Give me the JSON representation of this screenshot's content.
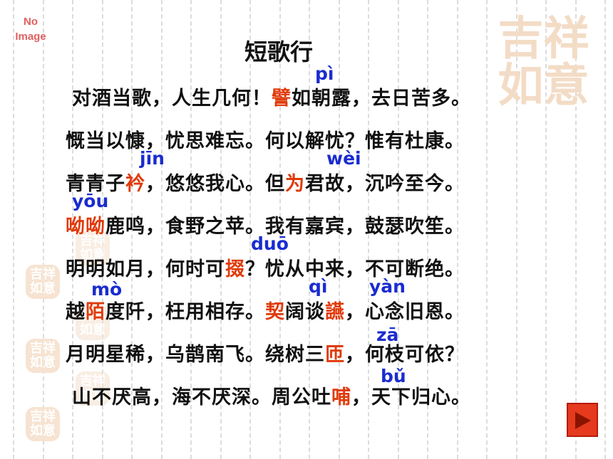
{
  "title": "短歌行",
  "placeholder_image_text": "No Image",
  "seal_text": "吉祥如意",
  "lines": [
    {
      "pre": "对酒当歌，人生几何！",
      "hl": "譬",
      "post": "如朝露，去日苦多。"
    },
    {
      "pre": "慨当以慷，忧思难忘。何以解忧？惟有杜康。",
      "hl": "",
      "post": ""
    },
    {
      "pre": "青青子",
      "hl": "衿",
      "mid": "，悠悠我心。但",
      "hl2": "为",
      "post": "君故，沉吟至今。"
    },
    {
      "pre": "",
      "hl": "呦呦",
      "post": "鹿鸣，食野之苹。我有嘉宾，鼓瑟吹笙。"
    },
    {
      "pre": "明明如月，何时可",
      "hl": "掇",
      "post": "？忧从中来，不可断绝。"
    },
    {
      "pre": "越",
      "hl": "陌",
      "mid": "度阡，枉用相存。",
      "hl2": "契",
      "mid2": "阔谈",
      "hl3": "讌",
      "post": "，心念旧恩。"
    },
    {
      "pre": "月明星稀，乌鹊南飞。绕树三",
      "hl": "匝",
      "post": "，何枝可依？"
    },
    {
      "pre": "山不厌高，海不厌深。周公吐",
      "hl": "哺",
      "post": "，天下归心。"
    }
  ],
  "pinyin": {
    "pi": "pì",
    "jin": "jīn",
    "wei": "wèi",
    "you": "yōu",
    "duo": "duō",
    "mo": "mò",
    "qi": "qì",
    "yan": "yàn",
    "za": "zā",
    "bu": "bǔ"
  },
  "colors": {
    "highlight": "#e03a0a",
    "pinyin": "#1a2ccf",
    "next_button": "#e53a1d"
  },
  "icons": {
    "next": "next-arrow-icon"
  }
}
